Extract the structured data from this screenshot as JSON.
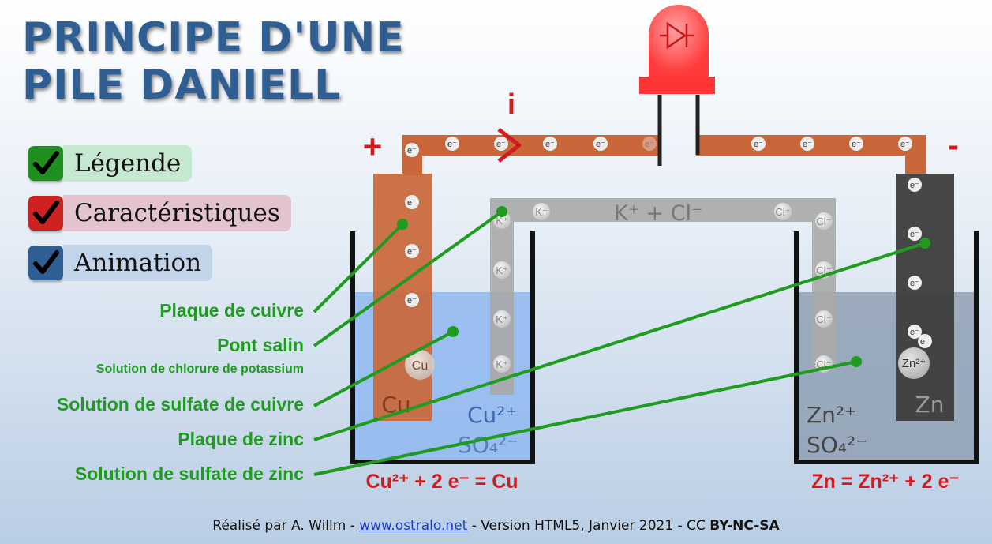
{
  "title": {
    "line1": "PRINCIPE D'UNE",
    "line2": "PILE DANIELL"
  },
  "menu": [
    {
      "label": "Légende",
      "checked": true,
      "box_color": "#1f8f1f",
      "bg_color": "#c7e8d0"
    },
    {
      "label": "Caractéristiques",
      "checked": true,
      "box_color": "#cc2222",
      "bg_color": "#e3c4cc"
    },
    {
      "label": "Animation",
      "checked": true,
      "box_color": "#2f5f92",
      "bg_color": "#c2d4ea"
    }
  ],
  "legend": {
    "plaque_cuivre": "Plaque de cuivre",
    "pont_salin": "Pont salin",
    "pont_salin_sub": "Solution de chlorure de potassium",
    "solution_cuivre": "Solution de sulfate de cuivre",
    "plaque_zinc": "Plaque de zinc",
    "solution_zinc": "Solution de sulfate de zinc"
  },
  "diagram": {
    "plus": "+",
    "minus": "-",
    "current": "i",
    "electron": "e⁻",
    "k_ion": "K⁺",
    "cl_ion": "Cl⁻",
    "bridge_label": "K⁺ + Cl⁻",
    "cu_label": "Cu",
    "cu_atom": "Cu",
    "cu_ion_label": "Cu²⁺",
    "so4_label": "SO₄²⁻",
    "zn_label": "Zn",
    "zn_ion": "Zn²⁺",
    "zn_ion_label": "Zn²⁺",
    "so4_label_zn": "SO₄²⁻",
    "eq_left": "Cu²⁺ + 2 e⁻ = Cu",
    "eq_right": "Zn = Zn²⁺ + 2 e⁻"
  },
  "colors": {
    "copper": "#c9673a",
    "zinc": "#3d3d3d",
    "legend_green": "#1f9c1f",
    "equation_red": "#d01c1c",
    "title_blue": "#2f5f92"
  },
  "footer": {
    "prefix": "Réalisé par A. Willm - ",
    "link": "www.ostralo.net",
    "middle": " - Version HTML5, Janvier 2021 - CC ",
    "license": "BY-NC-SA"
  }
}
